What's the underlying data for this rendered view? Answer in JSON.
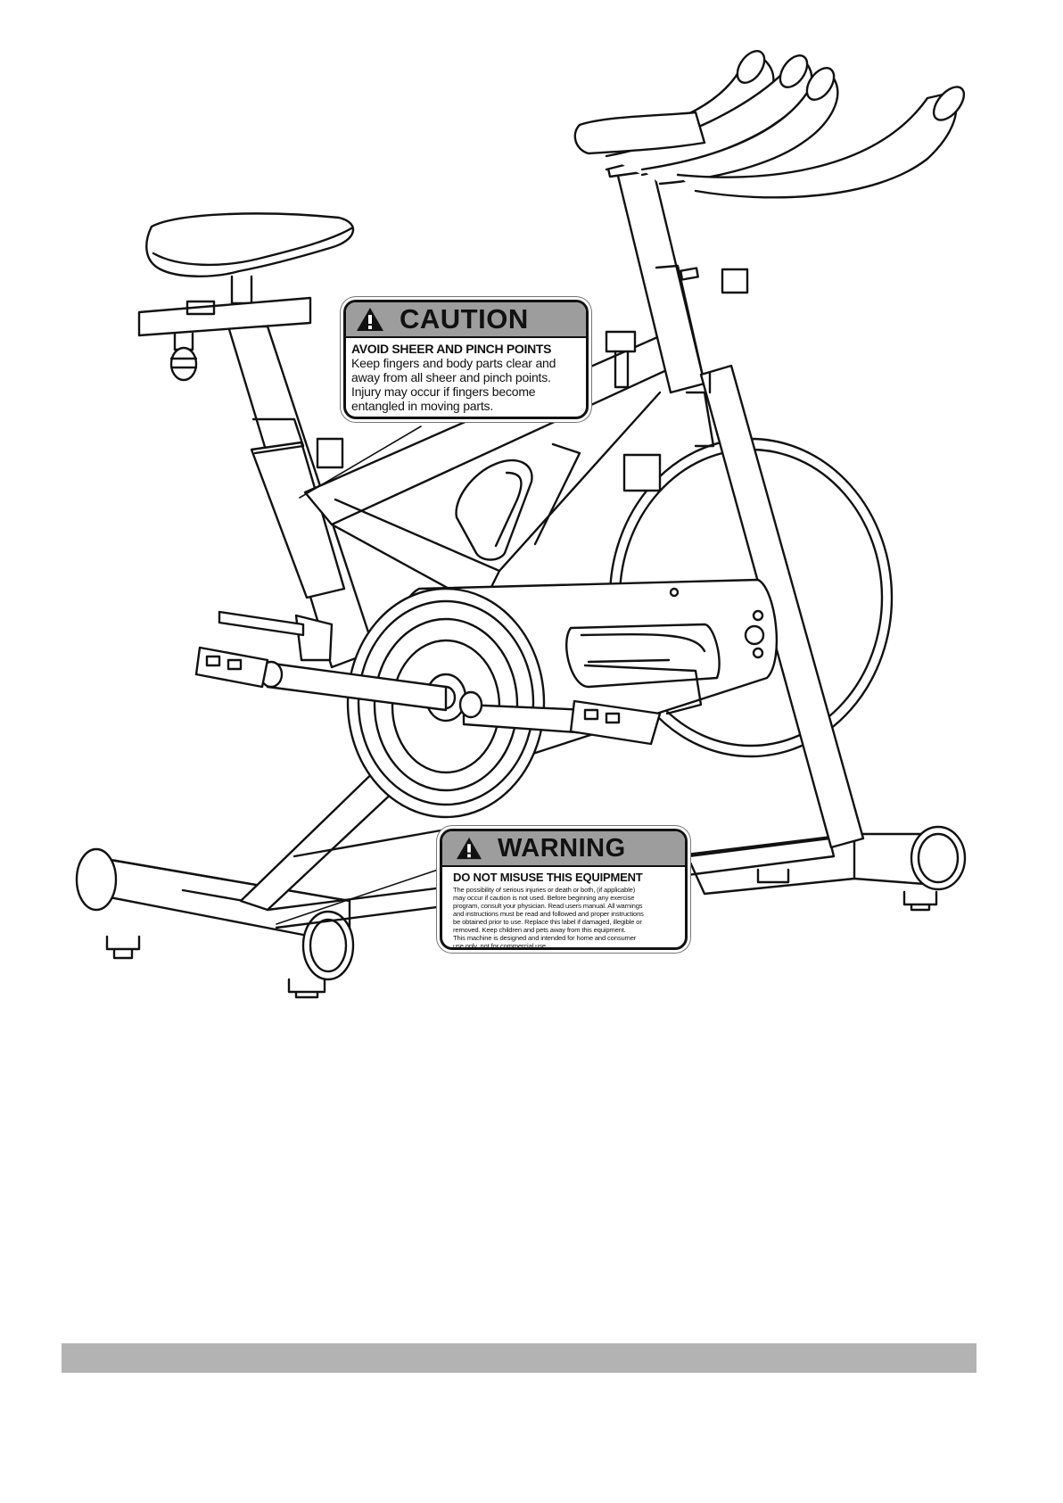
{
  "caution_label": {
    "heading": "CAUTION",
    "subheading": "AVOID SHEER AND PINCH POINTS",
    "lines": [
      "Keep fingers and body parts clear and",
      "away from all sheer and pinch points.",
      "Injury may occur if fingers become",
      "entangled in moving parts."
    ]
  },
  "warning_label": {
    "heading": "WARNING",
    "subheading": "DO NOT MISUSE THIS EQUIPMENT",
    "lines": [
      "The possibility of serious injuries or death or both, (if applicable)",
      "may occur if caution is not used. Before beginning any exercise",
      "program, consult your physician. Read users manual. All warnings",
      "and instructions must be read and followed and proper instructions",
      "be obtained prior to use. Replace this label if damaged, illegible or",
      "removed. Keep children and pets away from this equipment.",
      "This machine is designed and intended for home and consumer",
      "use only, not for commercial use."
    ]
  },
  "colors": {
    "label_header": "#9d9d9d",
    "footer_bar": "#b3b3b3",
    "line_art": "#111111"
  },
  "icons": [
    "exclamation-triangle-icon"
  ]
}
